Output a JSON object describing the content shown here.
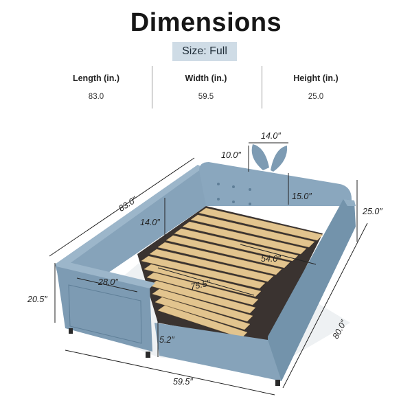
{
  "title": "Dimensions",
  "size_label": "Size: Full",
  "specs": [
    {
      "label": "Length (in.)",
      "value": "83.0"
    },
    {
      "label": "Width (in.)",
      "value": "59.5"
    },
    {
      "label": "Height (in.)",
      "value": "25.0"
    }
  ],
  "dimensions": {
    "ear_width": "14.0″",
    "ear_height": "10.0″",
    "back_length": "83.0″",
    "headboard_height": "15.0″",
    "total_height": "25.0″",
    "slat_height": "14.0″",
    "inner_width": "54.0″",
    "armrest_width": "28.0″",
    "inner_length": "75.5″",
    "armrest_height": "20.5″",
    "side_depth": "80.0″",
    "leg_height": "5.2″",
    "front_width": "59.5″"
  },
  "colors": {
    "upholstery": "#7d9bb3",
    "upholstery_dark": "#5e7e97",
    "slat": "#e2c48e",
    "frame": "#3a3330"
  }
}
